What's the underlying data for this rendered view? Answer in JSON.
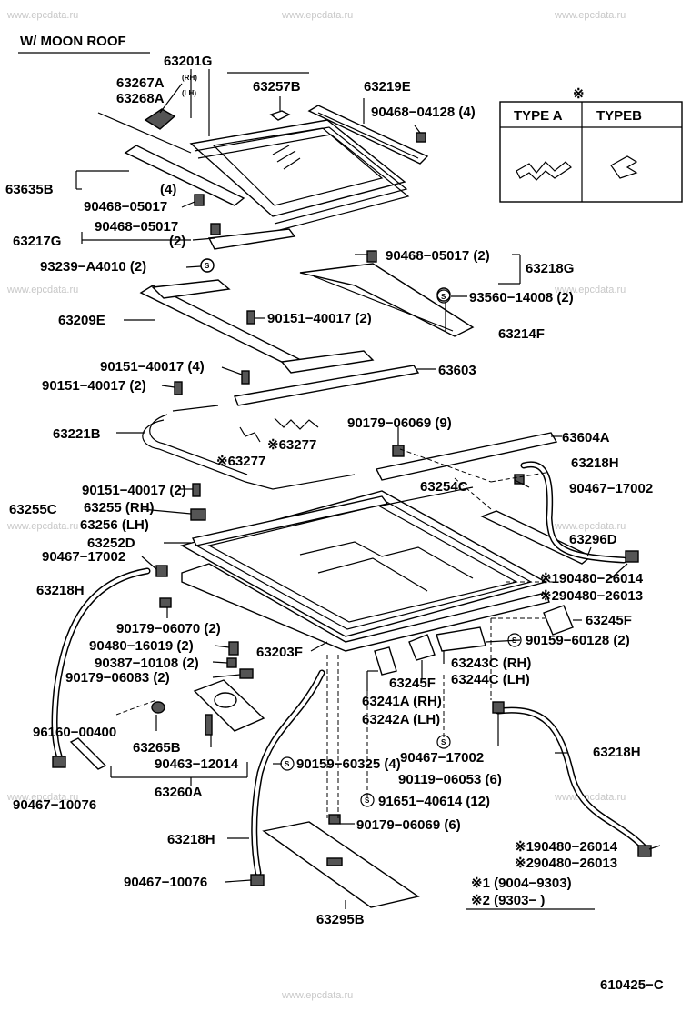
{
  "header": {
    "title": "W/ MOON  ROOF"
  },
  "watermark": "www.epcdata.ru",
  "type_table": {
    "type_a": "TYPE A",
    "type_b": "TYPEB",
    "marker": "※"
  },
  "parts": {
    "p63201G": "63201G",
    "p63267A": "63267A",
    "p63267A_sfx": "(RH)",
    "p63268A": "63268A",
    "p63268A_sfx": "(LH)",
    "p63257B": "63257B",
    "p63219E": "63219E",
    "p90468_04128": "90468−04128 (4)",
    "p63635B": "63635B",
    "p63635B_qty": "(4)",
    "p90468_05017_a": "90468−05017",
    "p90468_05017_b": "90468−05017",
    "p63217G": "63217G",
    "p63217G_qty": "(2)",
    "p93239": "93239−A4010 (2)",
    "p90468_05017_c": "90468−05017 (2)",
    "p63218G": "63218G",
    "p93560": "93560−14008 (2)",
    "p63209E": "63209E",
    "p90151_a": "90151−40017 (2)",
    "p63214F": "63214F",
    "p90151_b": "90151−40017 (4)",
    "p63603": "63603",
    "p90151_c": "90151−40017 (2)",
    "p63221B": "63221B",
    "p63277_a": "※63277",
    "p63277_b": "※63277",
    "p90179_06069_a": "90179−06069 (9)",
    "p63604A": "63604A",
    "p63218H_a": "63218H",
    "p90151_d": "90151−40017 (2)",
    "p63254C": "63254C",
    "p90467_17002_a": "90467−17002",
    "p63255C": "63255C",
    "p63255": "63255 (RH)",
    "p63256": "63256 (LH)",
    "p63252D": "63252D",
    "p63296D": "63296D",
    "p90467_17002_b": "90467−17002",
    "p63218H_b": "63218H",
    "p90480_26014_a": "※190480−26014",
    "p90480_26013_a": "※290480−26013",
    "p90179_06070": "90179−06070 (2)",
    "p63245F_a": "63245F",
    "p90480_16019": "90480−16019 (2)",
    "p90159_60128": "90159−60128 (2)",
    "p90387": "90387−10108 (2)",
    "p63203F": "63203F",
    "p63243C": "63243C (RH)",
    "p63244C": "63244C (LH)",
    "p90179_06083": "90179−06083 (2)",
    "p63245F_b": "63245F",
    "p63241A": "63241A (RH)",
    "p63242A": "63242A (LH)",
    "p96160": "96160−00400",
    "p63265B": "63265B",
    "p90467_17002_c": "90467−17002",
    "p63218H_c": "63218H",
    "p90463": "90463−12014",
    "p90159_60325": "90159−60325 (4)",
    "p90119": "90119−06053 (6)",
    "p90467_10076_a": "90467−10076",
    "p63260A": "63260A",
    "p91651": "91651−40614 (12)",
    "p90179_06069_b": "90179−06069 (6)",
    "p63218H_d": "63218H",
    "p90480_26014_b": "※190480−26014",
    "p90480_26013_b": "※290480−26013",
    "p90467_10076_b": "90467−10076",
    "p63295B": "63295B",
    "note1": "※1 (9004−9303)",
    "note2": "※2 (9303−      )",
    "diagram_code": "610425−C"
  }
}
